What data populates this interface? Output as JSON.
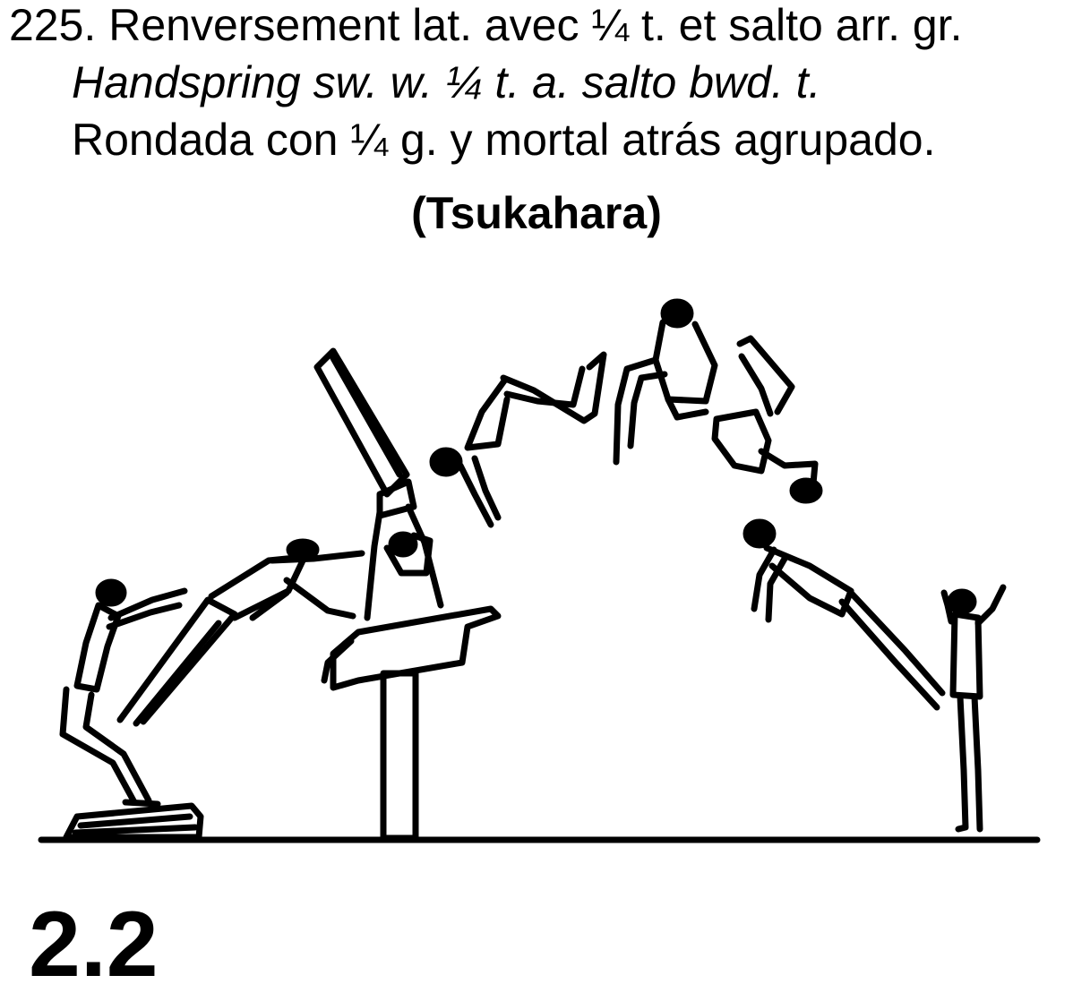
{
  "element": {
    "number": "225.",
    "french": "Renversement lat. avec ¼ t. et salto arr. gr.",
    "english": "Handspring sw. w. ¼ t. a. salto bwd. t.",
    "spanish": "Rondada con ¼ g. y mortal atrás agrupado.",
    "name": "(Tsukahara)",
    "value": "2.2"
  }
}
